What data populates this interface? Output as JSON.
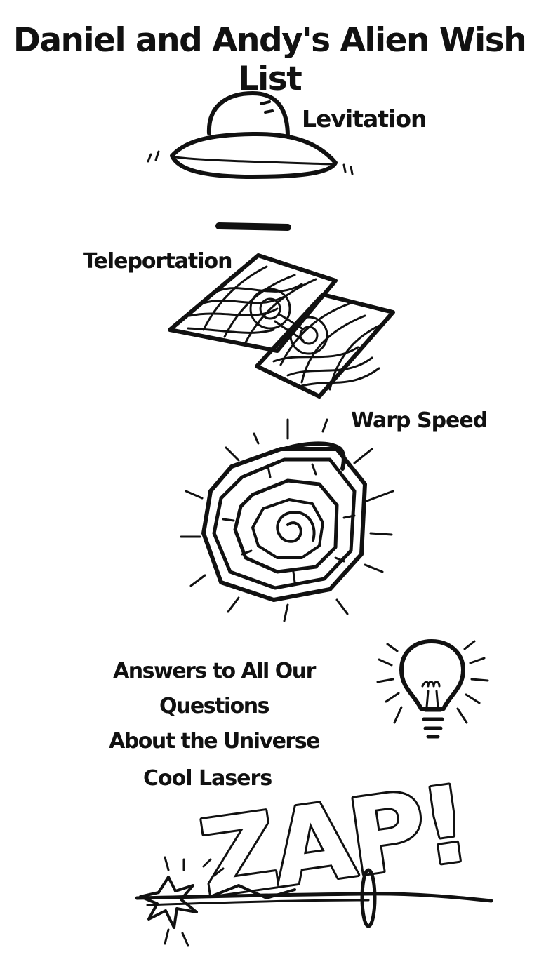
{
  "title": "Daniel and Andy's Alien Wish List",
  "items": [
    {
      "label": "Levitation",
      "icon": "flying-saucer-icon"
    },
    {
      "label": "Teleportation",
      "icon": "wormhole-icon"
    },
    {
      "label": "Warp Speed",
      "icon": "spiral-vortex-icon"
    },
    {
      "label_lines": [
        "Answers to All Our Questions",
        "About the Universe"
      ],
      "icon": "light-bulb-icon"
    },
    {
      "label": "Cool Lasers",
      "icon": "laser-zap-icon"
    }
  ],
  "zap_text": "ZAP!"
}
